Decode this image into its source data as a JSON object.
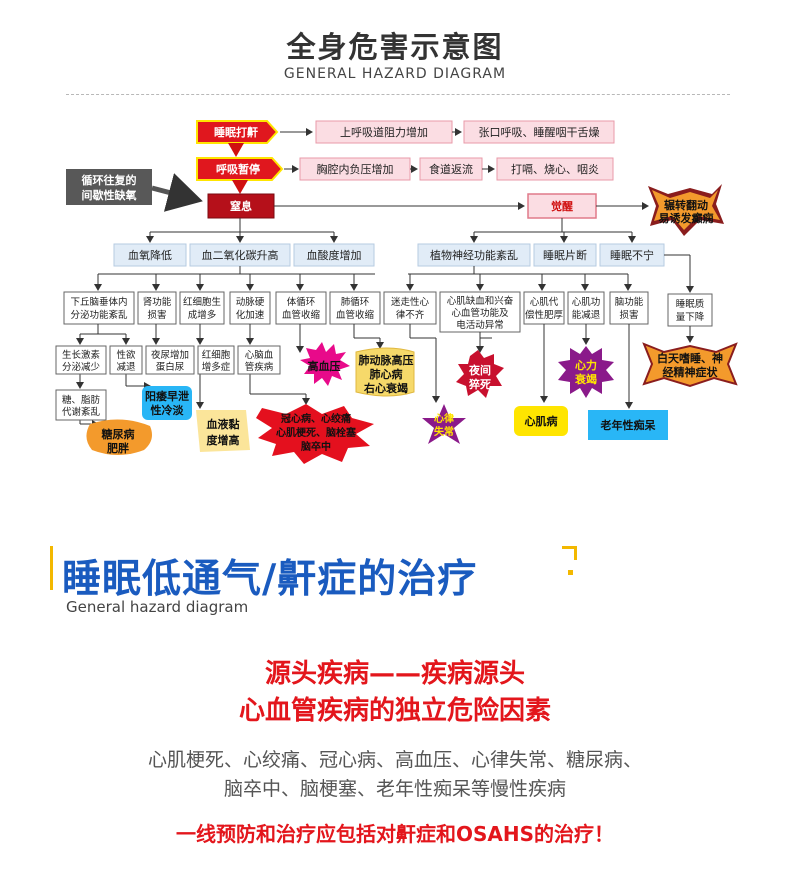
{
  "header": {
    "title": "全身危害示意图",
    "subtitle": "GENERAL HAZARD DIAGRAM"
  },
  "diagram": {
    "row1": {
      "snore": "睡眠打鼾",
      "a": "上呼吸道阻力增加",
      "b": "张口呼吸、睡醒咽干舌燥"
    },
    "row2": {
      "apnea": "呼吸暂停",
      "a": "胸腔内负压增加",
      "b": "食道返流",
      "c": "打嗝、烧心、咽炎"
    },
    "cycle": [
      "循环往复的",
      "间歇性缺氧"
    ],
    "suffocate": "窒息",
    "awaken": "觉醒",
    "epilepsy": [
      "辗转翻动",
      "易诱发癫痫"
    ],
    "row4": [
      "血氧降低",
      "血二氧化碳升高",
      "血酸度增加",
      "植物神经功能紊乱",
      "睡眠片断",
      "睡眠不宁"
    ],
    "row5": [
      [
        "下丘脑垂体内",
        "分泌功能紊乱"
      ],
      [
        "肾功能",
        "损害"
      ],
      [
        "红细胞生",
        "成增多"
      ],
      [
        "动脉硬",
        "化加速"
      ],
      [
        "体循环",
        "血管收缩"
      ],
      [
        "肺循环",
        "血管收缩"
      ],
      [
        "迷走性心",
        "律不齐"
      ],
      [
        "心肌缺血和兴奋",
        "心血管功能及",
        "电活动异常"
      ],
      [
        "心肌代",
        "偿性肥厚"
      ],
      [
        "心肌功",
        "能减退"
      ],
      [
        "脑功能",
        "损害"
      ],
      [
        "睡眠质",
        "量下降"
      ]
    ],
    "row6": {
      "growth": [
        "生长激素",
        "分泌减少"
      ],
      "appetite": [
        "性欲",
        "减退"
      ],
      "nocturia": [
        "夜尿增加",
        "蛋白尿"
      ],
      "rbc": [
        "红细胞",
        "增多症"
      ],
      "cerebro": [
        "心脑血",
        "管疾病"
      ],
      "hypertension": "高血压",
      "pulmonary": [
        "肺动脉高压",
        "肺心病",
        "右心衰竭"
      ],
      "nightdeath": [
        "夜间",
        "猝死"
      ],
      "heartfail": [
        "心力",
        "衰竭"
      ],
      "daytime": [
        "白天嗜睡、神",
        "经精神症状"
      ]
    },
    "row7": {
      "lipid": [
        "糖、脂肪",
        "代谢紊乱"
      ],
      "impotence": [
        "阳痿早泄",
        "性冷淡"
      ],
      "viscosity": [
        "血液黏",
        "度增高"
      ],
      "cardiac": [
        "冠心病、心绞痛",
        "心肌梗死、脑栓塞",
        "脑卒中"
      ],
      "arrhythmia": [
        "心律",
        "失常"
      ],
      "cardiomyopathy": "心肌病",
      "dementia": "老年性痴呆",
      "diabetes": [
        "糖尿病",
        "肥胖"
      ]
    }
  },
  "section2": {
    "title": "睡眠低通气/鼾症的治疗",
    "subtitle": "General hazard diagram"
  },
  "conclusions": {
    "red1": "源头疾病——疾病源头",
    "red2": "心血管疾病的独立危险因素",
    "grey1": "心肌梗死、心绞痛、冠心病、高血压、心律失常、糖尿病、",
    "grey2": "脑卒中、脑梗塞、老年性痴呆等慢性疾病",
    "final": "一线预防和治疗应包括对鼾症和OSAHS的治疗！"
  },
  "colors": {
    "red_box": "#e0171e",
    "dark_red": "#b5101a",
    "pink_box": "#fbdde3",
    "blue_box": "#e1ecf7",
    "grey_box": "#585858",
    "purple": "#8a1a8a",
    "yellow": "#ffe500",
    "heading_blue": "#1a5bbf",
    "accent_yellow": "#f3b800",
    "text_red": "#e3161c"
  }
}
